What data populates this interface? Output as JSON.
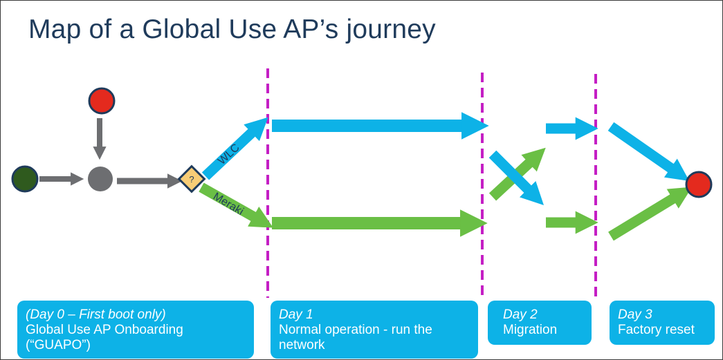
{
  "title": "Map of a Global Use AP’s journey",
  "decision_symbol": "?",
  "branch_labels": {
    "upper": "WLC",
    "lower": "Meraki"
  },
  "colors": {
    "title": "#1f3b5b",
    "wlc_arrow": "#0db2e7",
    "meraki_arrow": "#6abf45",
    "divider": "#c41ec4",
    "start_node": "#2f5a1e",
    "end_node": "#e42a1e",
    "merge_node": "#6d6e71",
    "decision": "#f8cd76",
    "phase_box": "#0db2e7"
  },
  "phases": [
    {
      "heading": "(Day 0 – First boot only)",
      "lines": [
        "Global Use AP Onboarding",
        "(“GUAPO”)"
      ]
    },
    {
      "heading": "Day 1",
      "lines": [
        "Normal operation - run the",
        "network"
      ]
    },
    {
      "heading": "Day 2",
      "lines": [
        "Migration"
      ]
    },
    {
      "heading": "Day 3",
      "lines": [
        "Factory reset"
      ]
    }
  ]
}
